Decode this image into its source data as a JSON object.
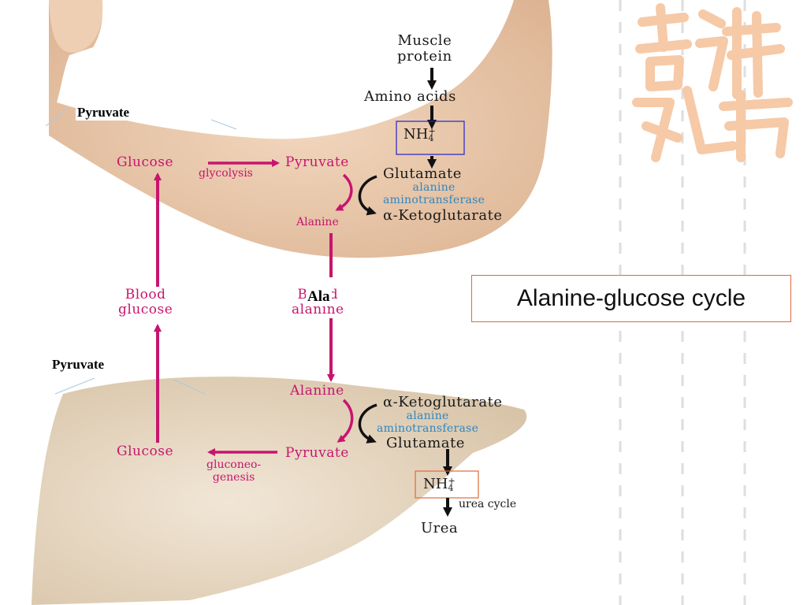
{
  "slide": {
    "title": "Alanine-glucose cycle",
    "overlay_labels": {
      "pyruvate_top": "Pyruvate",
      "pyruvate_mid": "Pyruvate",
      "ala_partial": "Ala"
    },
    "muscle": {
      "muscle_protein_line1": "Muscle",
      "muscle_protein_line2": "protein",
      "amino_acids": "Amino acids",
      "nh4": "NH",
      "nh4_sup": "+",
      "nh4_sub": "4",
      "glutamate": "Glutamate",
      "enzyme_line1": "alanine",
      "enzyme_line2": "aminotransferase",
      "ketoglutarate": "α-Ketoglutarate",
      "glucose": "Glucose",
      "glycolysis": "glycolysis",
      "pyruvate": "Pyruvate",
      "alanine": "Alanine"
    },
    "blood": {
      "blood_glucose_line1": "Blood",
      "blood_glucose_line2": "glucose",
      "blood_alanine_line1": "Blood",
      "blood_alanine_line2": "alanine"
    },
    "liver": {
      "alanine": "Alanine",
      "ketoglutarate": "α-Ketoglutarate",
      "enzyme_line1": "alanine",
      "enzyme_line2": "aminotransferase",
      "glutamate": "Glutamate",
      "glucose": "Glucose",
      "pyruvate": "Pyruvate",
      "gluconeo_line1": "gluconeo-",
      "gluconeo_line2": "genesis",
      "nh4": "NH",
      "nh4_sup": "+",
      "nh4_sub": "4",
      "urea_cycle": "urea cycle",
      "urea": "Urea"
    },
    "colors": {
      "pathway": "#c8146e",
      "enzyme": "#2f86c2",
      "muscle_box": "#2323c8",
      "liver_box": "#e06a3a",
      "tissue": "#e6c3a4",
      "liver_tissue": "#e3d3bd",
      "decor": "#f6c9a7"
    }
  }
}
